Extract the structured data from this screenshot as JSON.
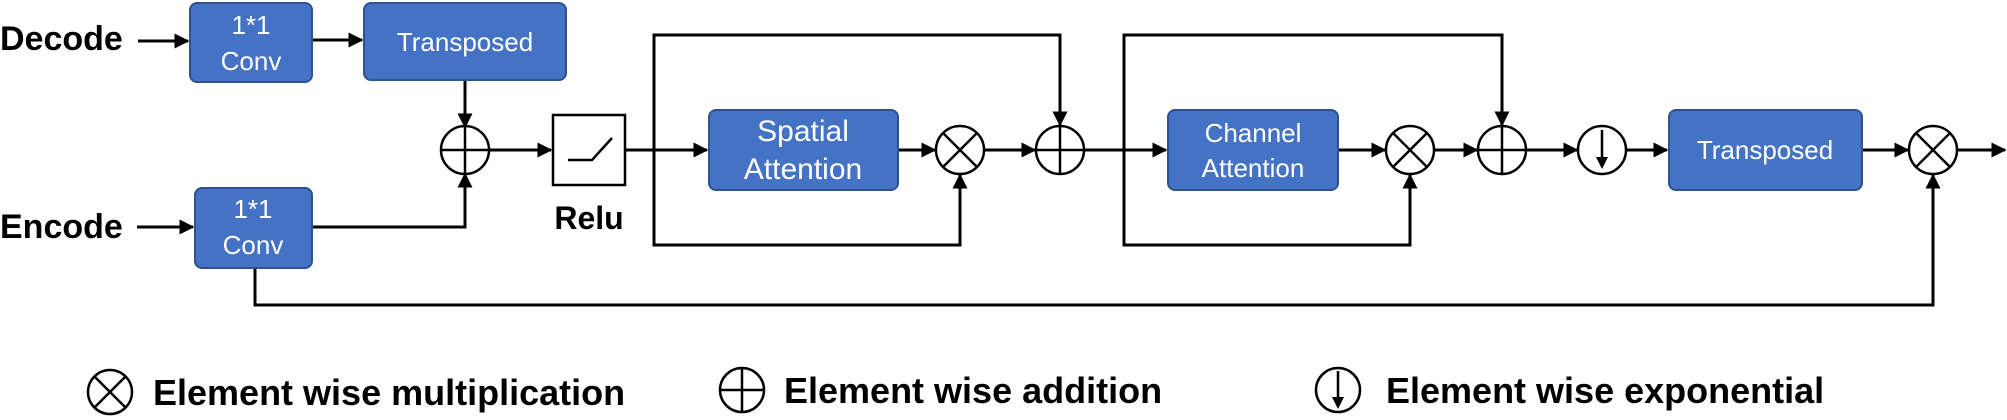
{
  "inputs": {
    "decode": "Decode",
    "encode": "Encode"
  },
  "blocks": {
    "conv_top_line1": "1*1",
    "conv_top_line2": "Conv",
    "transposed_top": "Transposed",
    "conv_bottom_line1": "1*1",
    "conv_bottom_line2": "Conv",
    "relu_label": "Relu",
    "spatial_line1": "Spatial",
    "spatial_line2": "Attention",
    "channel_line1": "Channel",
    "channel_line2": "Attention",
    "transposed_right": "Transposed"
  },
  "legend": {
    "multiplication": "Element wise multiplication",
    "addition": "Element wise addition",
    "exponential": "Element wise exponential"
  },
  "colors": {
    "block_fill": "#4472C4",
    "block_border": "#2F528F",
    "line": "#000000"
  }
}
